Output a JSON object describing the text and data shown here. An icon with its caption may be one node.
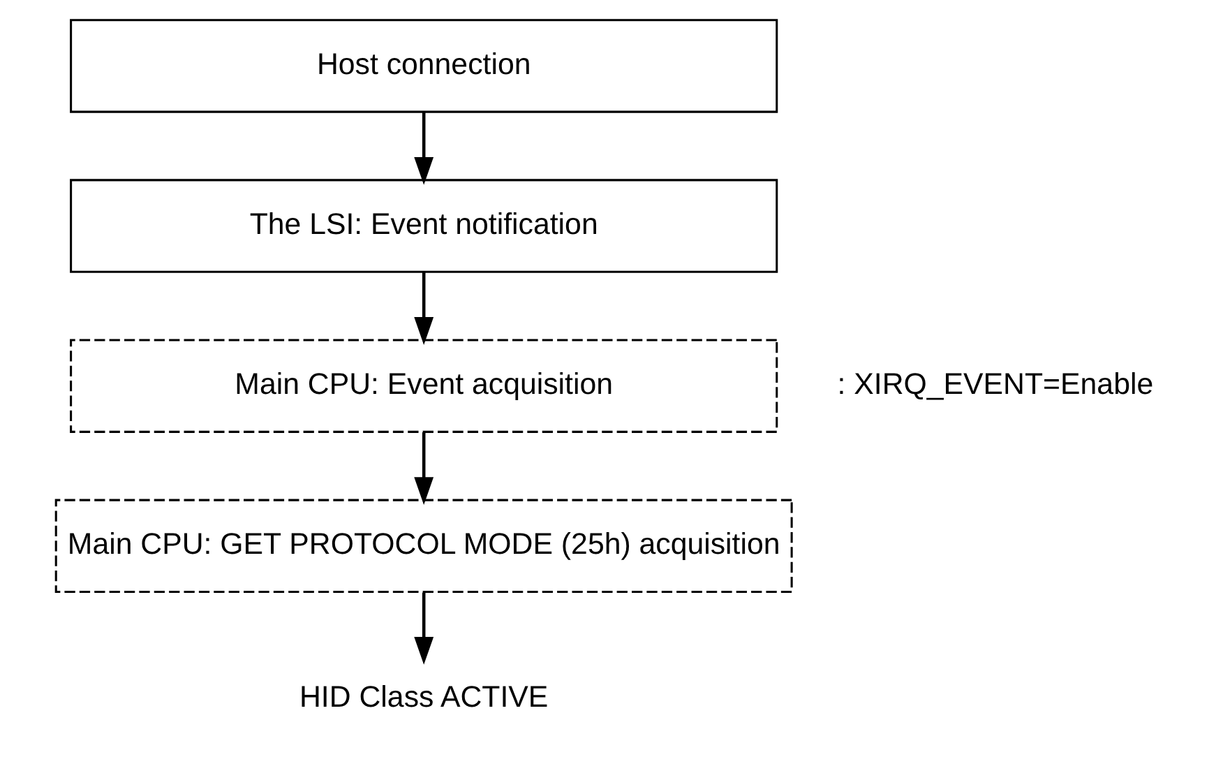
{
  "diagram": {
    "nodes": [
      {
        "text": [
          "Host connection"
        ]
      },
      {
        "text": [
          "The LSI: Event notification"
        ]
      },
      {
        "text": [
          "Main CPU: Event acquisition"
        ],
        "beside": [
          ": XIRQ_EVENT=Enable"
        ]
      },
      {
        "text": [
          "Main CPU: GET PROTOCOL MODE (25h) acquisition"
        ]
      },
      {
        "text": [
          "HID Class ACTIVE"
        ]
      }
    ],
    "edges": [
      {
        "from": 0,
        "to": 1,
        "arrow": "to"
      },
      {
        "from": 1,
        "to": 2,
        "arrow": "to"
      },
      {
        "from": 2,
        "to": 3,
        "arrow": "to"
      },
      {
        "from": 3,
        "to": 4,
        "arrow": "to"
      }
    ]
  }
}
